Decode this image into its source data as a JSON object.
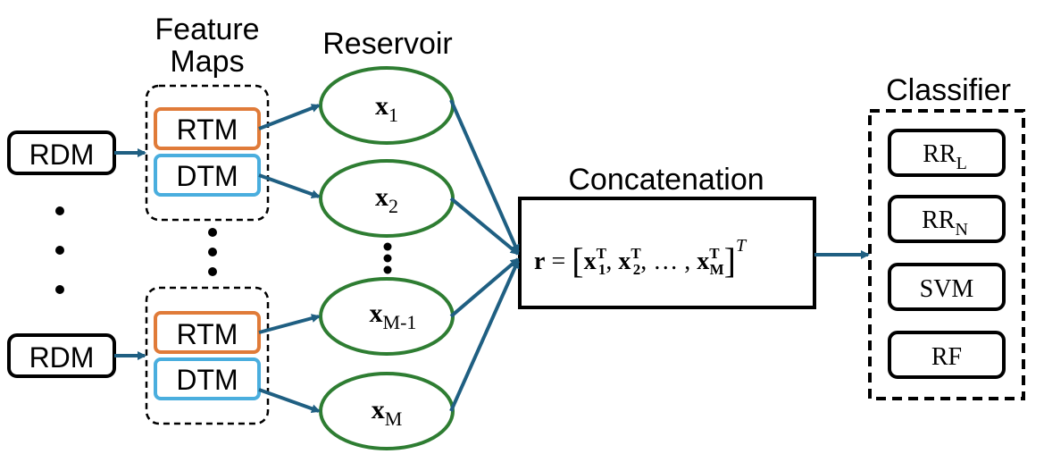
{
  "labels": {
    "feature_maps_line1": "Feature",
    "feature_maps_line2": "Maps",
    "reservoir": "Reservoir",
    "concatenation": "Concatenation",
    "classifier": "Classifier"
  },
  "inputs": {
    "top": "RDM",
    "bottom": "RDM",
    "ellipsis": "⋮"
  },
  "feature_maps": {
    "top": {
      "rtm": "RTM",
      "dtm": "DTM"
    },
    "bottom": {
      "rtm": "RTM",
      "dtm": "DTM"
    },
    "ellipsis": "⋮"
  },
  "reservoir_nodes": [
    {
      "var": "x",
      "sub": "1"
    },
    {
      "var": "x",
      "sub": "2"
    },
    {
      "var": "x",
      "sub": "M-1"
    },
    {
      "var": "x",
      "sub": "M"
    }
  ],
  "reservoir_ellipsis": "⋮",
  "concat_formula": {
    "lhs": "r",
    "eq": " = ",
    "open": "[",
    "x1": "x",
    "x1_sub": "1",
    "x1_sup": "T",
    "sep1": ", ",
    "x2": "x",
    "x2_sub": "2",
    "x2_sup": "T",
    "sep2": ", … , ",
    "xm": "x",
    "xm_sub": "M",
    "xm_sup": "T",
    "close": "]",
    "outer_sup": "T"
  },
  "classifiers": [
    {
      "base": "RR",
      "sub": "L"
    },
    {
      "base": "RR",
      "sub": "N"
    },
    {
      "base": "SVM",
      "sub": ""
    },
    {
      "base": "RF",
      "sub": ""
    }
  ],
  "colors": {
    "arrow": "#1f5f82",
    "rtm": "#e07b39",
    "dtm": "#4aaede",
    "reservoir": "#2e7d32",
    "text": "#000000"
  }
}
